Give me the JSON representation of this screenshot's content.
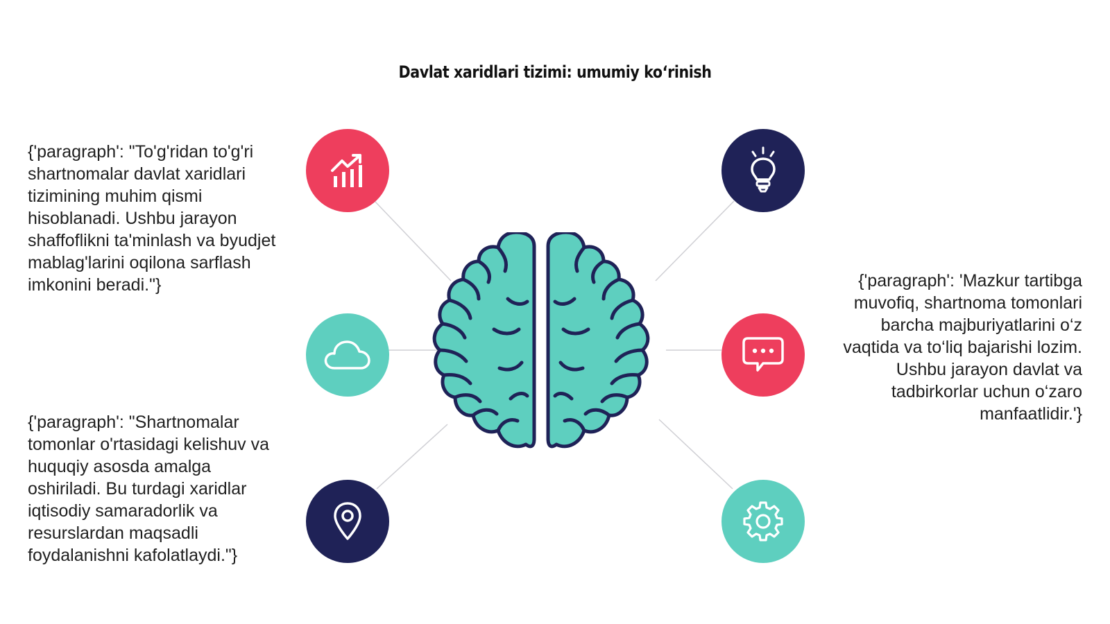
{
  "title": "Davlat xaridlari tizimi: umumiy ko‘rinish",
  "paragraphs": {
    "left_top": "{'paragraph': \"To'g'ridan to'g'ri shartnomalar davlat xaridlari tizimining muhim qismi hisoblanadi. Ushbu jarayon shaffoflikni ta'minlash va byudjet mablag'larini oqilona sarflash imkonini beradi.\"}",
    "left_bottom": "{'paragraph': \"Shartnomalar tomonlar o'rtasidagi kelishuv va huquqiy asosda amalga oshiriladi. Bu turdagi xaridlar iqtisodiy samaradorlik va resurslardan maqsadli foydalanishni kafolatlaydi.\"}",
    "right": "{'paragraph': 'Mazkur tartibga muvofiq, shartnoma tomonlari barcha majburiyatlarini o‘z vaqtida va to‘liq bajarishi lozim. Ushbu jarayon davlat va tadbirkorlar uchun o‘zaro manfaatlidir.'}"
  },
  "nodes": [
    {
      "icon": "growth-chart-icon",
      "color": "#ee3e5d"
    },
    {
      "icon": "cloud-icon",
      "color": "#5ecfbf"
    },
    {
      "icon": "location-pin-icon",
      "color": "#1f2257"
    },
    {
      "icon": "lightbulb-icon",
      "color": "#1f2257"
    },
    {
      "icon": "chat-bubble-icon",
      "color": "#ee3e5d"
    },
    {
      "icon": "gear-icon",
      "color": "#5ecfbf"
    }
  ],
  "center": {
    "icon": "brain-icon",
    "fill": "#5ecfbf",
    "stroke": "#1f2257"
  },
  "connector_color": "#cfcfd4"
}
